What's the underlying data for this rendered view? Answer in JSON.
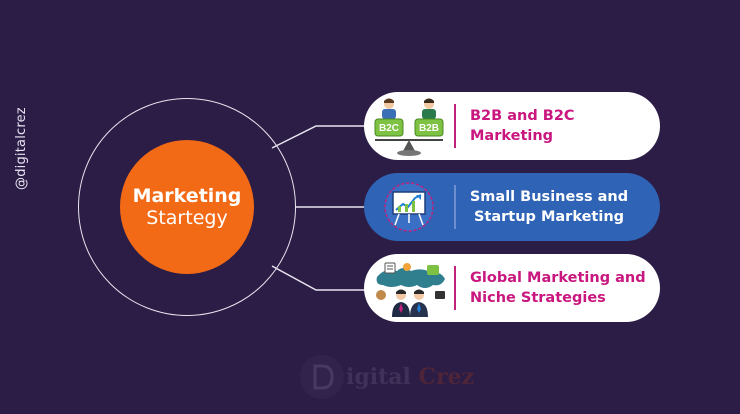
{
  "watermark_text": "@digitalcrez",
  "center": {
    "line1": "Marketing",
    "line2": "Startegy"
  },
  "cards": [
    {
      "label": "B2B and B2C Marketing",
      "icon": "scale-b2b-b2c-icon",
      "badge_left": "B2C",
      "badge_right": "B2B",
      "style": "light"
    },
    {
      "label": "Small Business and Startup Marketing",
      "icon": "growth-chart-board-icon",
      "style": "blue"
    },
    {
      "label": "Global Marketing and Niche Strategies",
      "icon": "world-map-business-icon",
      "style": "light"
    }
  ],
  "brand": {
    "prefix": "igital",
    "suffix": "Crez"
  },
  "colors": {
    "background": "#2b1d46",
    "center_circle": "#f26a16",
    "card_light": "#ffffff",
    "card_blue": "#2f63b5",
    "label_magenta": "#c9177f"
  }
}
